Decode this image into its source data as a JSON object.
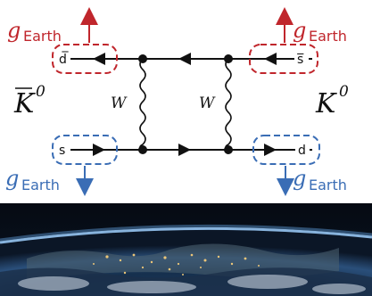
{
  "colors": {
    "red": "#c0262c",
    "blue": "#3a6db5",
    "line": "#111111"
  },
  "labels": {
    "g_symbol": "g",
    "g_subscript": "Earth",
    "kaon_bar_letter": "K",
    "kaon_bar_superscript": "0",
    "kaon_letter": "K",
    "kaon_superscript": "0",
    "w_boson": "W"
  },
  "quarks": {
    "top_left": "d̅",
    "top_right": "s̅",
    "bottom_left": "s",
    "bottom_right": "d"
  },
  "earth_image": {
    "description_icon": "earth-from-space-photo"
  }
}
